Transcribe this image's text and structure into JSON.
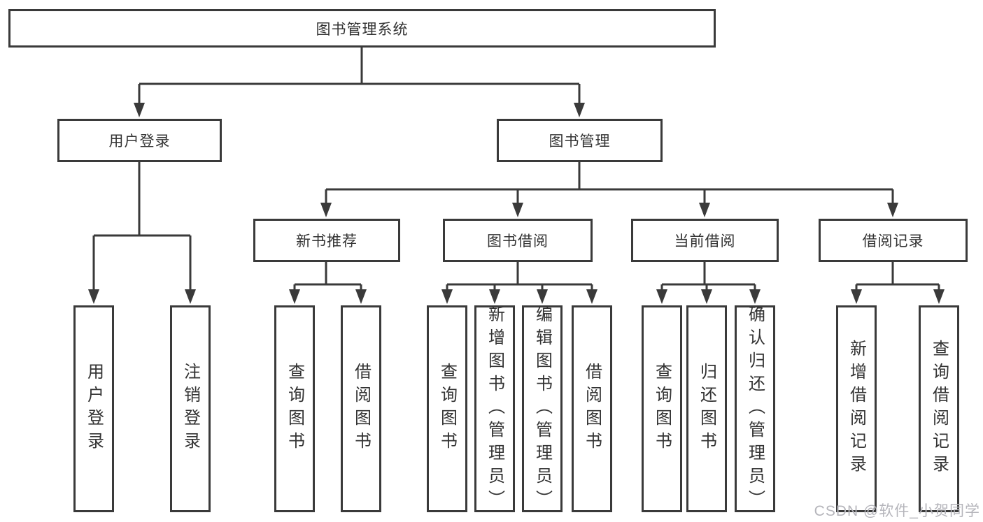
{
  "diagram": {
    "title": "图书管理系统",
    "root": {
      "label": "图书管理系统"
    },
    "level2": [
      {
        "label": "用户登录"
      },
      {
        "label": "图书管理"
      }
    ],
    "level3": [
      {
        "label": "新书推荐"
      },
      {
        "label": "图书借阅"
      },
      {
        "label": "当前借阅"
      },
      {
        "label": "借阅记录"
      }
    ],
    "leaves": {
      "user_login": [
        "用户登录",
        "注销登录"
      ],
      "new_books": [
        "查询图书",
        "借阅图书"
      ],
      "borrow": [
        "查询图书",
        "新增图书（管理员）",
        "编辑图书（管理员）",
        "借阅图书"
      ],
      "current": [
        "查询图书",
        "归还图书",
        "确认归还（管理员）"
      ],
      "records": [
        "新增借阅记录",
        "查询借阅记录"
      ]
    },
    "colors": {
      "line": "#3a3a3a",
      "text": "#333333",
      "background": "#ffffff",
      "watermark": "#b5b5bb"
    }
  },
  "watermark": {
    "text": "CSDN @软件_小贺同学"
  }
}
